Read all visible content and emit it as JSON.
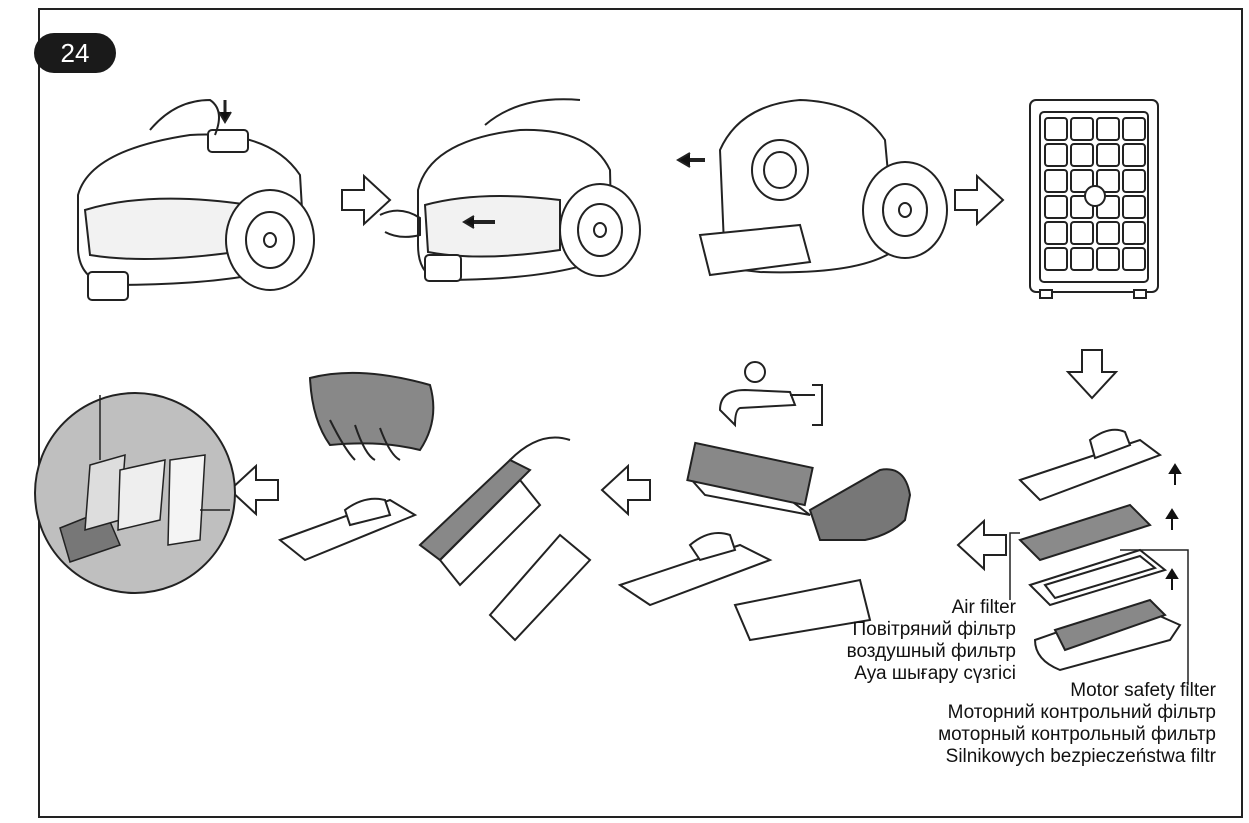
{
  "step_number": "24",
  "labels": {
    "air_filter": [
      "Air filter",
      "Повітряний фільтр",
      "воздушный фильтр",
      "Ауа шығару сүзгісі"
    ],
    "motor_filter": [
      "Motor safety filter",
      "Моторний контрольний фільтр",
      "моторный контрольный фильтр",
      "Silnikowych bezpieczeństwa filtr"
    ]
  },
  "colors": {
    "line": "#222222",
    "inset_bg": "#bfbfbf",
    "filter_dark": "#777777"
  }
}
